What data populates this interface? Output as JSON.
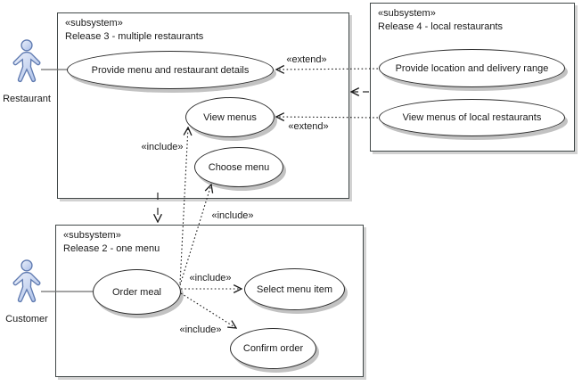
{
  "diagram_type": "UML use case diagram",
  "actors": [
    {
      "name": "Restaurant"
    },
    {
      "name": "Customer"
    }
  ],
  "subsystems": [
    {
      "stereotype": "«subsystem»",
      "name": "Release 3 - multiple restaurants",
      "use_cases": [
        "Provide menu and restaurant details",
        "View menus",
        "Choose menu"
      ]
    },
    {
      "stereotype": "«subsystem»",
      "name": "Release 4 - local restaurants",
      "use_cases": [
        "Provide location and delivery range",
        "View menus of local restaurants"
      ]
    },
    {
      "stereotype": "«subsystem»",
      "name": "Release 2 - one menu",
      "use_cases": [
        "Order meal",
        "Select menu item",
        "Confirm order"
      ]
    }
  ],
  "relationships": [
    {
      "from": "Provide location and delivery range",
      "to": "Provide menu and restaurant details",
      "type": "extend",
      "label": "«extend»"
    },
    {
      "from": "View menus of local restaurants",
      "to": "View menus",
      "type": "extend",
      "label": "«extend»"
    },
    {
      "from": "Order meal",
      "to": "View menus",
      "type": "include",
      "label": "«include»"
    },
    {
      "from": "Order meal",
      "to": "Choose menu",
      "type": "include",
      "label": "«include»"
    },
    {
      "from": "Order meal",
      "to": "Select menu item",
      "type": "include",
      "label": "«include»"
    },
    {
      "from": "Order meal",
      "to": "Confirm order",
      "type": "include",
      "label": "«include»"
    },
    {
      "from": "Release 4 - local restaurants",
      "to": "Release 3 - multiple restaurants",
      "type": "dependency",
      "label": ""
    },
    {
      "from": "Release 3 - multiple restaurants",
      "to": "Release 2 - one menu",
      "type": "dependency",
      "label": ""
    },
    {
      "from": "Restaurant",
      "to": "Provide menu and restaurant details",
      "type": "association",
      "label": ""
    },
    {
      "from": "Customer",
      "to": "Order meal",
      "type": "association",
      "label": ""
    }
  ],
  "colors": {
    "box_border": "#414848",
    "shape_shadow": "#c2c2c2",
    "actor_fill_light": "#e9effb",
    "actor_fill_dark": "#aabfe8",
    "actor_stroke": "#5f7ab0",
    "line": "#1a1a1a"
  }
}
